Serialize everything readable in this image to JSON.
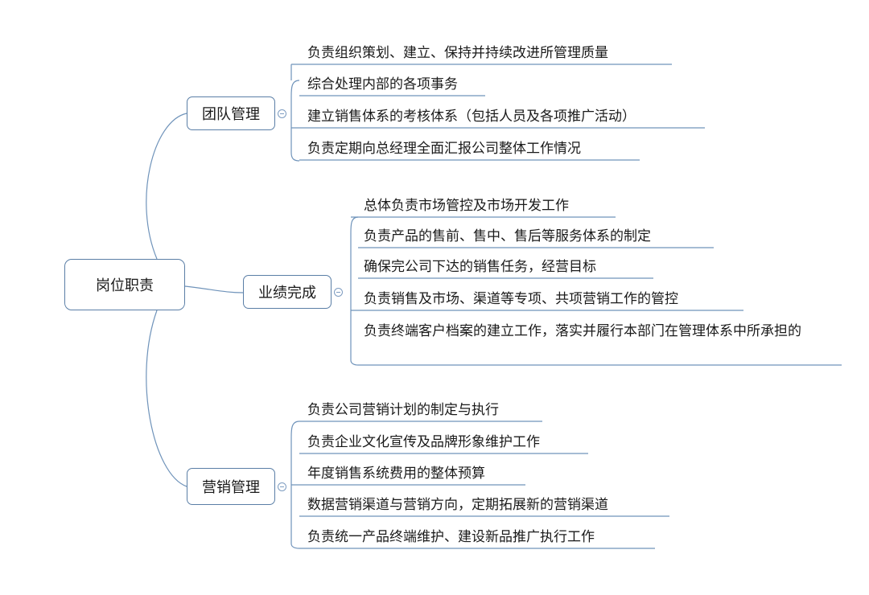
{
  "root": {
    "label": "岗位职责"
  },
  "branches": [
    {
      "label": "团队管理",
      "items": [
        "负责组织策划、建立、保持并持续改进所管理质量",
        "综合处理内部的各项事务",
        "建立销售体系的考核体系（包括人员及各项推广活动）",
        "负责定期向总经理全面汇报公司整体工作情况"
      ]
    },
    {
      "label": "业绩完成",
      "items": [
        "总体负责市场管控及市场开发工作",
        "负责产品的售前、售中、售后等服务体系的制定",
        "确保完公司下达的销售任务，经营目标",
        "负责销售及市场、渠道等专项、共项营销工作的管控",
        "负责终端客户档案的建立工作，落实并履行本部门在管理体系中所承担的"
      ]
    },
    {
      "label": "营销管理",
      "items": [
        "负责公司营销计划的制定与执行",
        "负责企业文化宣传及品牌形象维护工作",
        "年度销售系统费用的整体预算",
        "数据营销渠道与营销方向，定期拓展新的营销渠道",
        "负责统一产品终端维护、建设新品推广执行工作"
      ]
    }
  ],
  "colors": {
    "line": "#5a7ea6",
    "text": "#1a1a1a"
  }
}
